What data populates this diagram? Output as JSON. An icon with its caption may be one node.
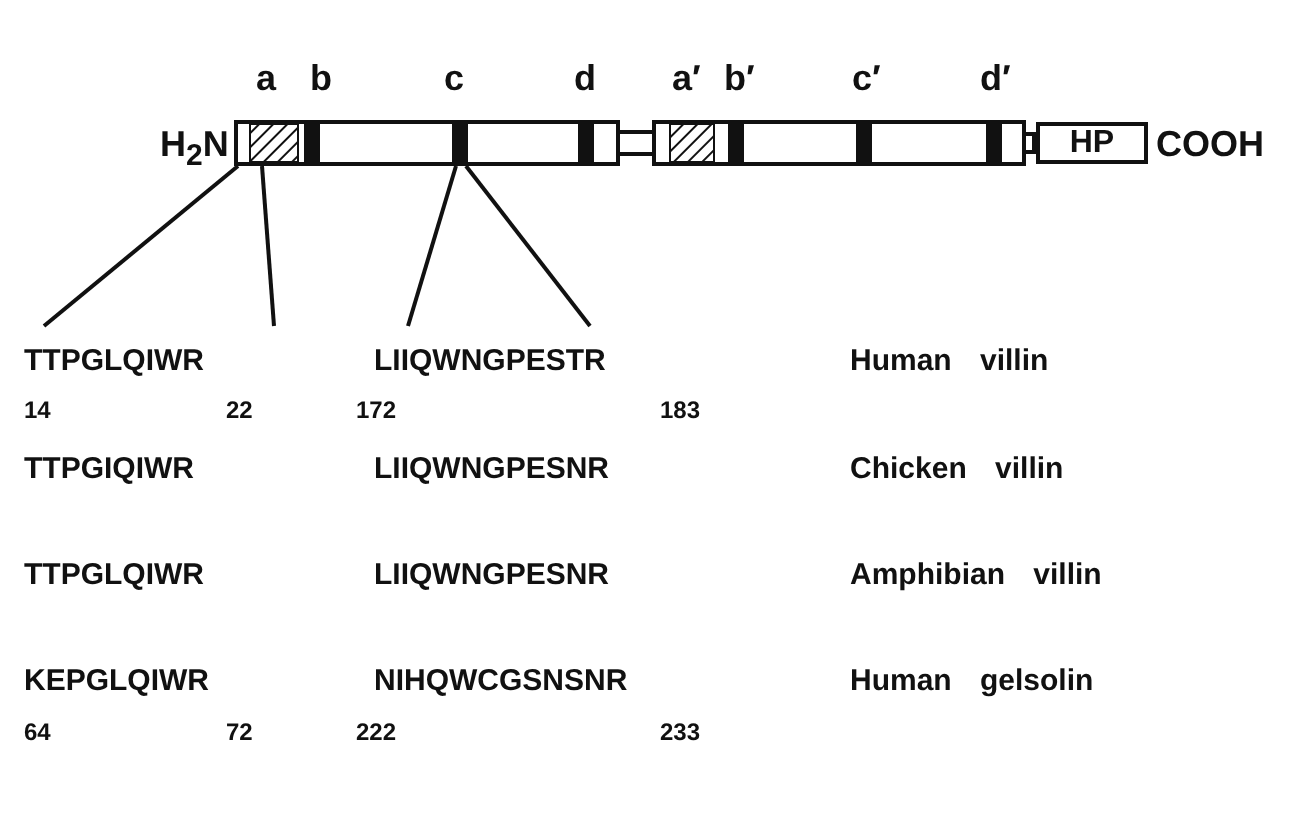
{
  "diagram": {
    "nodes": [
      {
        "text": [
          "HP"
        ]
      }
    ],
    "labels": [
      "a",
      "b",
      "c",
      "d",
      "a′",
      "b′",
      "c′",
      "d′",
      "H$_{2}$N",
      "COOH",
      "TTPGLQIWR",
      "LIIQWNGPESTR",
      "Human villin",
      "14",
      "22",
      "172",
      "183",
      "TTPGIQIWR",
      "LIIQWNGPESNR",
      "Chicken villin",
      "TTPGLQIWR",
      "LIIQWNGPESNR",
      "Amphibian villin",
      "KEPGLQIWR",
      "NIHQWCGSNSNR",
      "Human gelsolin",
      "64",
      "72",
      "222",
      "233"
    ]
  }
}
